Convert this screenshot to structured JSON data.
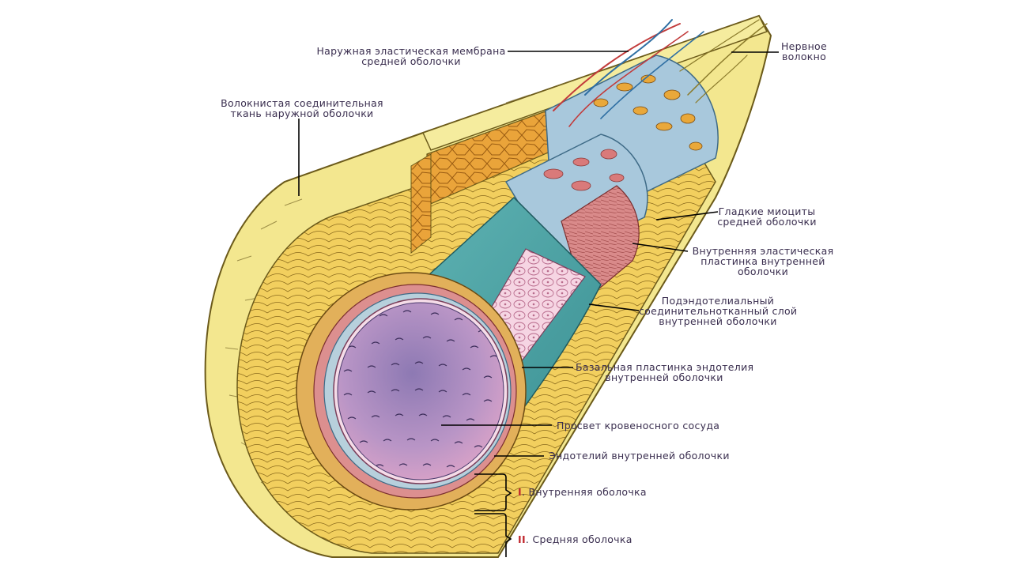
{
  "labels": {
    "outer_elastic_1": "Наружная эластическая мембрана",
    "outer_elastic_2": "средней оболочки",
    "nerve_1": "Нервное",
    "nerve_2": "волокно",
    "fibrous_1": "Волокнистая соединительная",
    "fibrous_2": "ткань наружной оболочки",
    "smooth_1": "Гладкие миоциты",
    "smooth_2": "средней оболочки",
    "inner_elastic_1": "Внутренняя эластическая",
    "inner_elastic_2": "пластинка внутренней",
    "inner_elastic_3": "оболочки",
    "subendo_1": "Подэндотелиальный",
    "subendo_2": "соединительнотканный слой",
    "subendo_3": "внутренней оболочки",
    "basal_1": "Базальная пластинка эндотелия",
    "basal_2": "внутренней оболочки",
    "lumen": "Просвет кровеносного сосуда",
    "endothelium": "Эндотелий внутренней оболочки",
    "tunic1_num": "I",
    "tunic1_text": ". Внутренняя оболочка",
    "tunic2_num": "II",
    "tunic2_text": ". Средняя оболочка"
  },
  "colors": {
    "adventitia": "#f2e690",
    "media": "#e9a83a",
    "elastic": "#a8c8dc",
    "muscle_pink": "#d98a8a",
    "basal": "#4fa6a6",
    "endothelium": "#f1c7d8",
    "lumen": "#b89ac8",
    "label_red": "#c0272d"
  }
}
